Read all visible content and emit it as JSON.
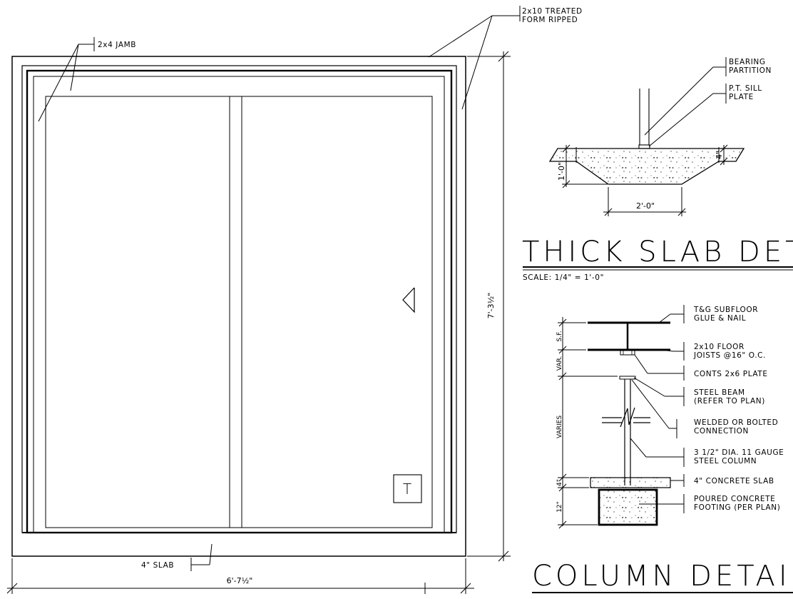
{
  "door_elevation": {
    "labels": {
      "treated_form": [
        "2x10 TREATED",
        "FORM RIPPED"
      ],
      "jamb": "2x4 JAMB",
      "slab": "4\" SLAB"
    },
    "dimensions": {
      "height": "7'-3½\"",
      "width": "6'-7½\""
    },
    "tempered_mark": "T"
  },
  "thick_slab_detail": {
    "title": "THICK SLAB DET",
    "scale": "SCALE: 1/4\" = 1'-0\"",
    "labels": {
      "bearing_partition": [
        "BEARING",
        "PARTITION"
      ],
      "sill_plate": [
        "P.T. SILL",
        "PLATE"
      ]
    },
    "dimensions": {
      "depth": "1'-0\"",
      "slab": "4\"",
      "width": "2'-0\""
    }
  },
  "column_detail": {
    "title": "COLUMN DETAIL",
    "callouts": [
      [
        "T&G SUBFLOOR",
        "GLUE & NAIL"
      ],
      [
        "2x10 FLOOR",
        "JOISTS @16\" O.C."
      ],
      [
        "CONTS 2x6 PLATE"
      ],
      [
        "STEEL BEAM",
        "(REFER TO PLAN)"
      ],
      [
        "WELDED OR BOLTED",
        "CONNECTION"
      ],
      [
        "3 1/2\" DIA. 11 GAUGE",
        "STEEL COLUMN"
      ],
      [
        "4\" CONCRETE SLAB"
      ],
      [
        "POURED CONCRETE",
        "FOOTING (PER PLAN)"
      ]
    ],
    "dimensions": {
      "subfloor": "S.F.",
      "var": "VAR.",
      "varies": "VARIES",
      "slab": "4\"",
      "footing": "12\""
    }
  }
}
